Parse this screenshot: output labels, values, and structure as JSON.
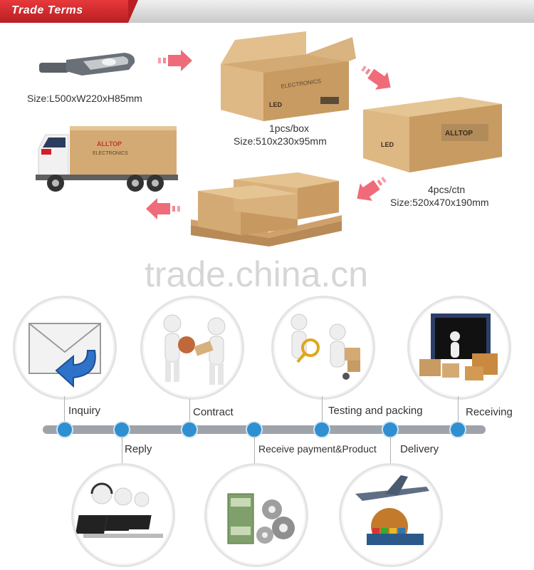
{
  "header": {
    "title": "Trade Terms"
  },
  "packaging": {
    "lamp_size": "Size:L500xW220xH85mm",
    "box_qty": "1pcs/box",
    "box_size": "Size:510x230x95mm",
    "carton_qty": "4pcs/ctn",
    "carton_size": "Size:520x470x190mm",
    "brand": "ALLTOP",
    "brand_sub": "ELECTRONICS",
    "led_label": "LED"
  },
  "watermark": "trade.china.cn",
  "timeline": {
    "top_steps": [
      "Inquiry",
      "Contract",
      "Testing and packing",
      "Receiving"
    ],
    "bottom_steps": [
      "Reply",
      "Receive payment&Product",
      "Delivery"
    ]
  },
  "colors": {
    "accent_red": "#d8262b",
    "timeline_blue": "#2f8fd0",
    "arrow_pink": "#ef6b7a",
    "carton": "#d8b07c"
  },
  "icons": [
    "street-light-icon",
    "box-icon",
    "carton-icon",
    "truck-icon",
    "pallet-icon",
    "mail-reply-icon",
    "handshake-icon",
    "inspection-icon",
    "warehouse-icon",
    "call-center-icon",
    "money-gears-icon",
    "plane-ship-icon"
  ]
}
